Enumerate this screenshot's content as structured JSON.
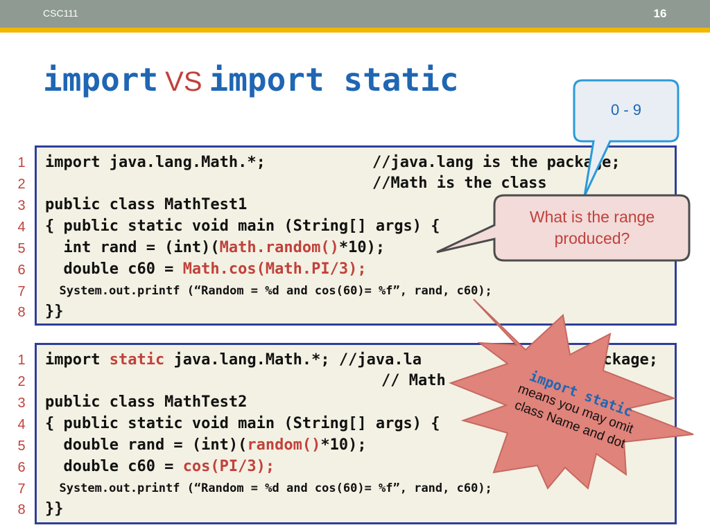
{
  "header": {
    "course": "CSC111",
    "page": "16"
  },
  "title": {
    "part1": "import",
    "vs": "VS",
    "part2": "import static"
  },
  "colors": {
    "accent_blue": "#1f66b3",
    "accent_red": "#c0413c",
    "box_border": "#2d3f9a",
    "header_bar": "#8e9a92",
    "header_stripe": "#f2b800"
  },
  "box1": {
    "numbers": [
      "1",
      "2",
      "3",
      "4",
      "5",
      "6",
      "7",
      "8"
    ],
    "l1": "import java.lang.Math.*;",
    "c1": "//java.lang is the package;",
    "c2": "//Math is the class",
    "l3": "public class MathTest1",
    "l4": "{ public static void main (String[] args) {",
    "l5a": "  int rand = (int)(",
    "l5b": "Math.random()",
    "l5c": "*10);",
    "l6a": "  double c60 = ",
    "l6b": "Math.cos(Math.PI/3);",
    "l7": "  System.out.printf (“Random = %d and cos(60)= %f”, rand, c60);",
    "l8": "}}"
  },
  "box2": {
    "numbers": [
      "1",
      "2",
      "3",
      "4",
      "5",
      "6",
      "7",
      "8"
    ],
    "l1a": "import ",
    "l1b": "static",
    "l1c": " java.lang.Math.*; //java.la",
    "l1d": "package;",
    "c2": "// Math",
    "l3": "public class MathTest2",
    "l4": "{ public static void main (String[] args) {",
    "l5a": "  double rand = (int)(",
    "l5b": "random()",
    "l5c": "*10);",
    "l6a": "  double c60 = ",
    "l6b": "cos(PI/3);",
    "l7": "  System.out.printf (“Random = %d and cos(60)= %f”, rand, c60);",
    "l8": "}}"
  },
  "callout_answer": "0 - 9",
  "callout_question": {
    "line1": "What is the range",
    "line2": "produced?"
  },
  "starburst": {
    "line1": "import static",
    "line2": "means you may omit",
    "line3": "class Name and dot"
  }
}
